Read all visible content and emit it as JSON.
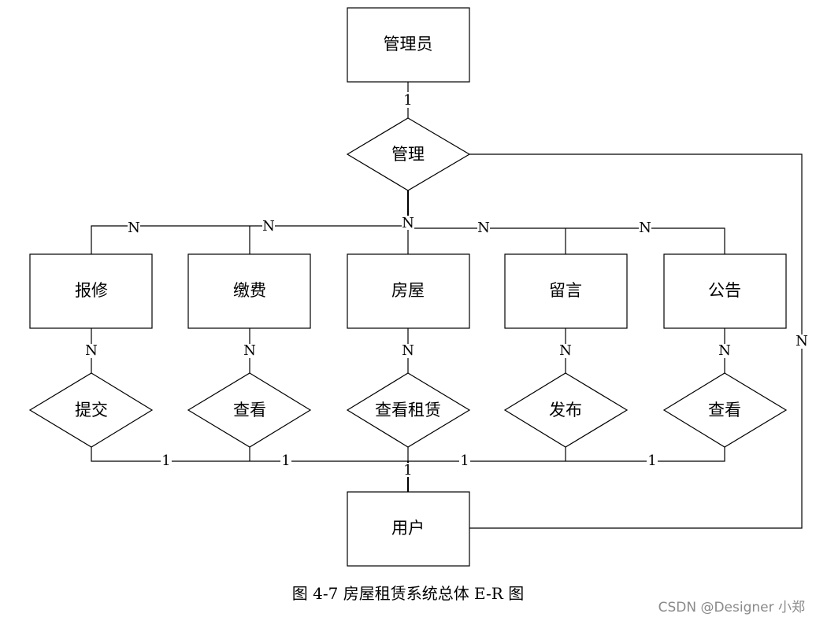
{
  "entities": {
    "admin": "管理员",
    "repair": "报修",
    "payment": "缴费",
    "house": "房屋",
    "message": "留言",
    "notice": "公告",
    "user": "用户"
  },
  "relationships": {
    "manage": "管理",
    "submit": "提交",
    "view_payment": "查看",
    "view_rent": "查看租赁",
    "publish": "发布",
    "view_notice": "查看"
  },
  "cardinalities": {
    "one": "1",
    "many": "N"
  },
  "caption": "图 4-7 房屋租赁系统总体 E-R 图",
  "watermark": "CSDN @Designer 小郑"
}
